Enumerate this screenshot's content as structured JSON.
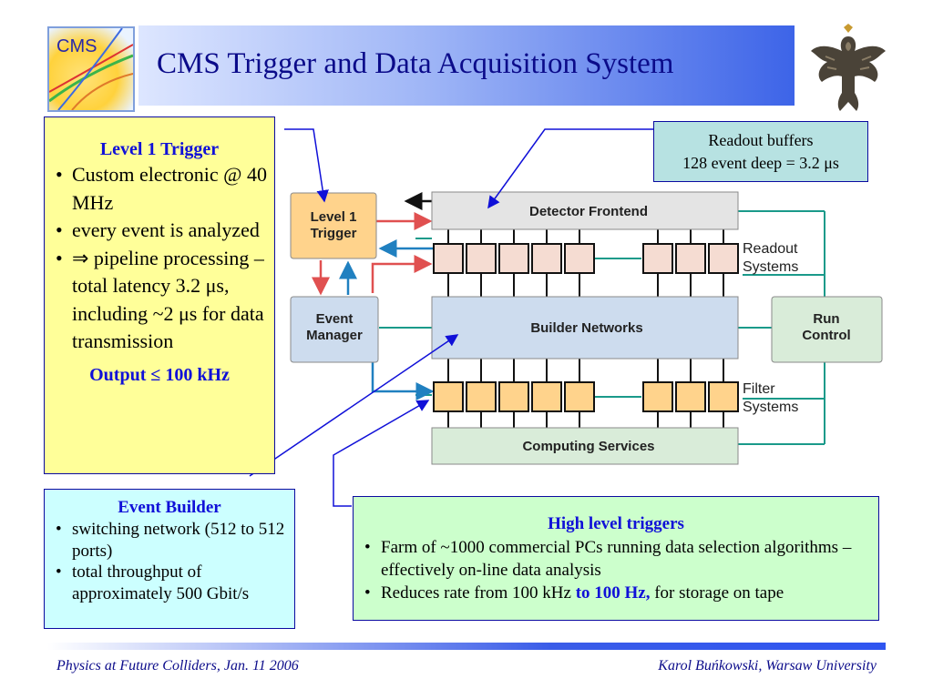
{
  "title": "CMS Trigger and Data Acquisition System",
  "logo": {
    "text": "CMS",
    "icon": "cms-logo-icon"
  },
  "crest": {
    "icon": "eagle-crest-icon"
  },
  "level1_note": {
    "heading": "Level 1 Trigger",
    "items": [
      "Custom electronic @ 40 MHz",
      "every event is analyzed",
      "⇒ pipeline processing – total latency 3.2 μs, including ~2 μs for data transmission"
    ],
    "output": "Output ≤ 100 kHz"
  },
  "readout_note": {
    "line1": "Readout buffers",
    "line2": "128 event deep = 3.2 μs"
  },
  "event_builder_note": {
    "heading": "Event Builder",
    "items": [
      "switching network (512 to 512 ports)",
      "total throughput of approximately 500 Gbit/s"
    ]
  },
  "hlt_note": {
    "heading": "High level triggers",
    "item1": "Farm of ~1000 commercial PCs running data selection algorithms – effectively on-line data analysis",
    "item2_before": "Reduces rate from 100 kHz ",
    "item2_highlight": "to 100 Hz,",
    "item2_after": " for storage on tape"
  },
  "diagram": {
    "level1_trigger": [
      "Level 1",
      "Trigger"
    ],
    "detector_frontend": "Detector Frontend",
    "readout_systems": [
      "Readout",
      "Systems"
    ],
    "event_manager": [
      "Event",
      "Manager"
    ],
    "builder_networks": "Builder Networks",
    "run_control": [
      "Run",
      "Control"
    ],
    "filter_systems": [
      "Filter",
      "Systems"
    ],
    "computing_services": "Computing Services"
  },
  "colors": {
    "title_text": "#0b0b8a",
    "highlight_blue": "#1010d8",
    "level1_note_bg": "#ffff99",
    "event_builder_note_bg": "#ccffff",
    "readout_note_bg": "#b7e2e2",
    "hlt_note_bg": "#ccffcc",
    "teal_line": "#1a9a8a",
    "red_arrow": "#e05050",
    "blue_arrow": "#2080c0"
  },
  "footer": {
    "left": "Physics at Future Colliders, Jan. 11 2006",
    "right": "Karol Buńkowski, Warsaw University"
  }
}
